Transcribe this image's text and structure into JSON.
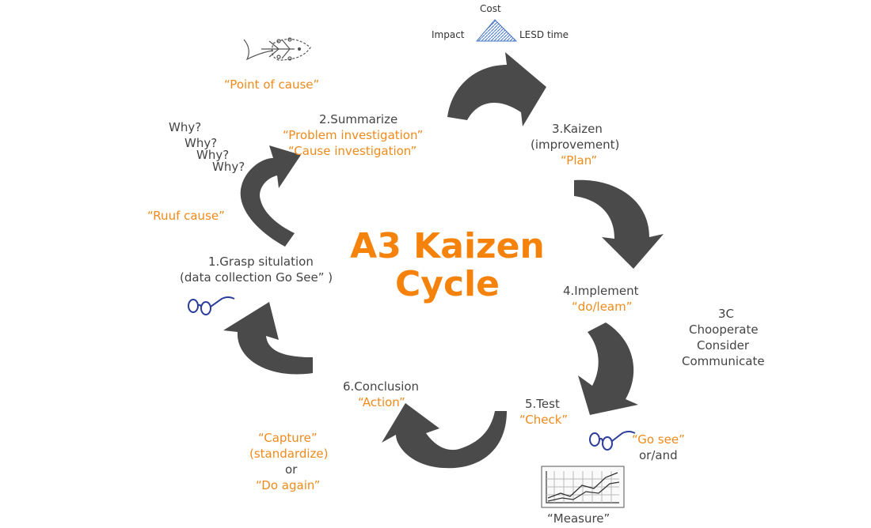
{
  "title": {
    "line1": "A3 Kaizen",
    "line2": "Cycle"
  },
  "colors": {
    "accent": "#F08A1A",
    "title": "#F5820A",
    "arrow": "#4A4A4A",
    "text": "#444444",
    "glasses": "#2C3E9A"
  },
  "triangle": {
    "top": "Cost",
    "left": "Impact",
    "right": "LESD time"
  },
  "fishbone_caption": "“Point of cause”",
  "steps": {
    "s1": {
      "label": "1.Grasp situlation",
      "sub": "(data collection Go See” )"
    },
    "s2": {
      "label": "2.Summarize",
      "sub1": "“Problem investigation”",
      "sub2": "“Cause investigation”"
    },
    "s3": {
      "label": "3.Kaizen",
      "sub1": "(improvement)",
      "sub2": "“Plan”"
    },
    "s4": {
      "label": "4.Implement",
      "sub": "“do/leam”"
    },
    "s5": {
      "label": "5.Test",
      "sub": "“Check”"
    },
    "s6": {
      "label": "6.Conclusion",
      "sub": "“Action”"
    }
  },
  "whys": [
    "Why?",
    "Why?",
    "Why?",
    "Why?"
  ],
  "ruuf_cause": "“Ruuf cause”",
  "three_c": [
    "3C",
    "Chooperate",
    "Consider",
    "Communicate"
  ],
  "capture": [
    "“Capture”",
    "(standardize)",
    "or",
    "“Do again”"
  ],
  "go_see": {
    "quote": "“Go see”",
    "or": "or/and"
  },
  "measure": "“Measure”"
}
